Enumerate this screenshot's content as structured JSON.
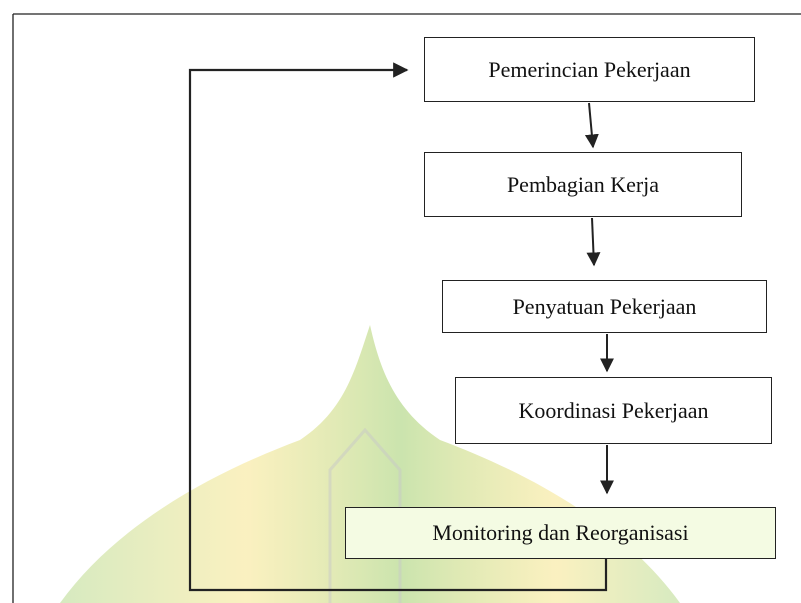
{
  "diagram": {
    "steps": [
      {
        "label": "Pemerincian Pekerjaan"
      },
      {
        "label": "Pembagian Kerja"
      },
      {
        "label": "Penyatuan Pekerjaan"
      },
      {
        "label": "Koordinasi Pekerjaan"
      },
      {
        "label": "Monitoring dan Reorganisasi"
      }
    ],
    "feedback_loop": {
      "from": "Monitoring dan Reorganisasi",
      "to": "Pemerincian Pekerjaan"
    }
  },
  "colors": {
    "line": "#222222",
    "box_border": "#222222",
    "text": "#111111",
    "highlight_fill": "#f4fbe3",
    "watermark_green": "#8bc34a",
    "watermark_yellow": "#f2d64b"
  }
}
